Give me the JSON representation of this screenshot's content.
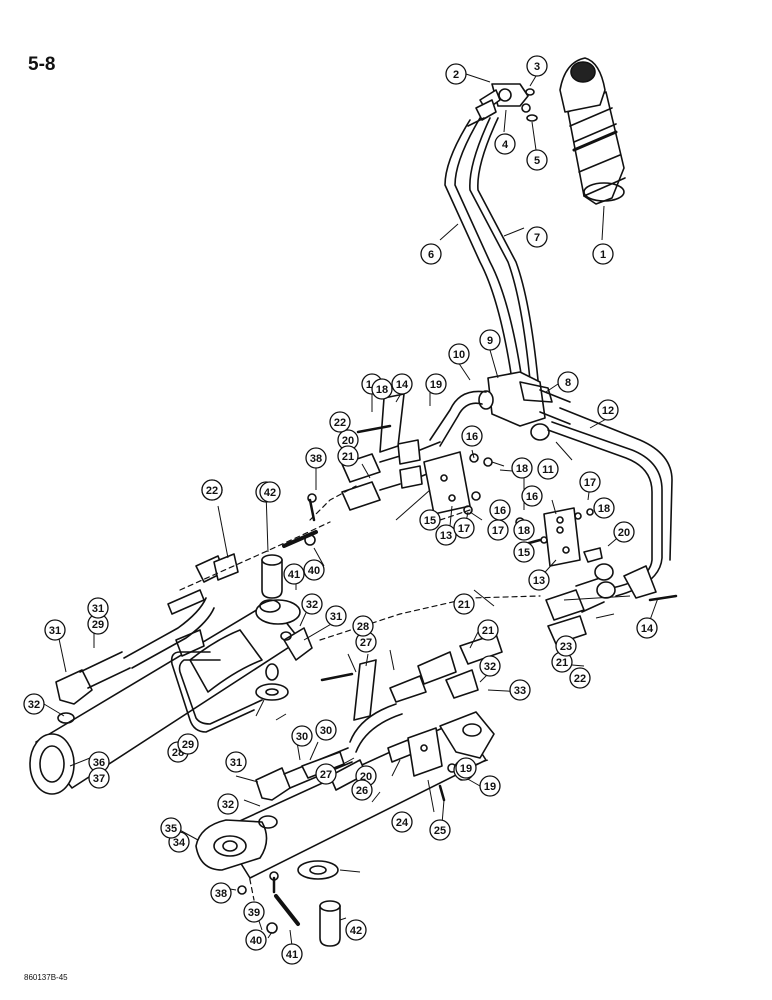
{
  "page_label": "5-8",
  "figure_code": "860137B-45",
  "colors": {
    "ink": "#111111",
    "paper": "#ffffff"
  },
  "callouts": [
    "1",
    "2",
    "3",
    "4",
    "5",
    "6",
    "7",
    "8",
    "9",
    "10",
    "11",
    "12",
    "13",
    "13",
    "14",
    "14",
    "14",
    "15",
    "15",
    "16",
    "16",
    "16",
    "17",
    "17",
    "17",
    "17",
    "18",
    "18",
    "18",
    "18",
    "19",
    "19",
    "19",
    "20",
    "20",
    "20",
    "21",
    "21",
    "21",
    "21",
    "22",
    "22",
    "22",
    "22",
    "23",
    "24",
    "25",
    "26",
    "27",
    "27",
    "28",
    "28",
    "29",
    "29",
    "30",
    "30",
    "31",
    "31",
    "31",
    "31",
    "32",
    "32",
    "32",
    "32",
    "33",
    "34",
    "35",
    "36",
    "37",
    "38",
    "38",
    "39",
    "39",
    "40",
    "40",
    "41",
    "41",
    "42",
    "42"
  ]
}
